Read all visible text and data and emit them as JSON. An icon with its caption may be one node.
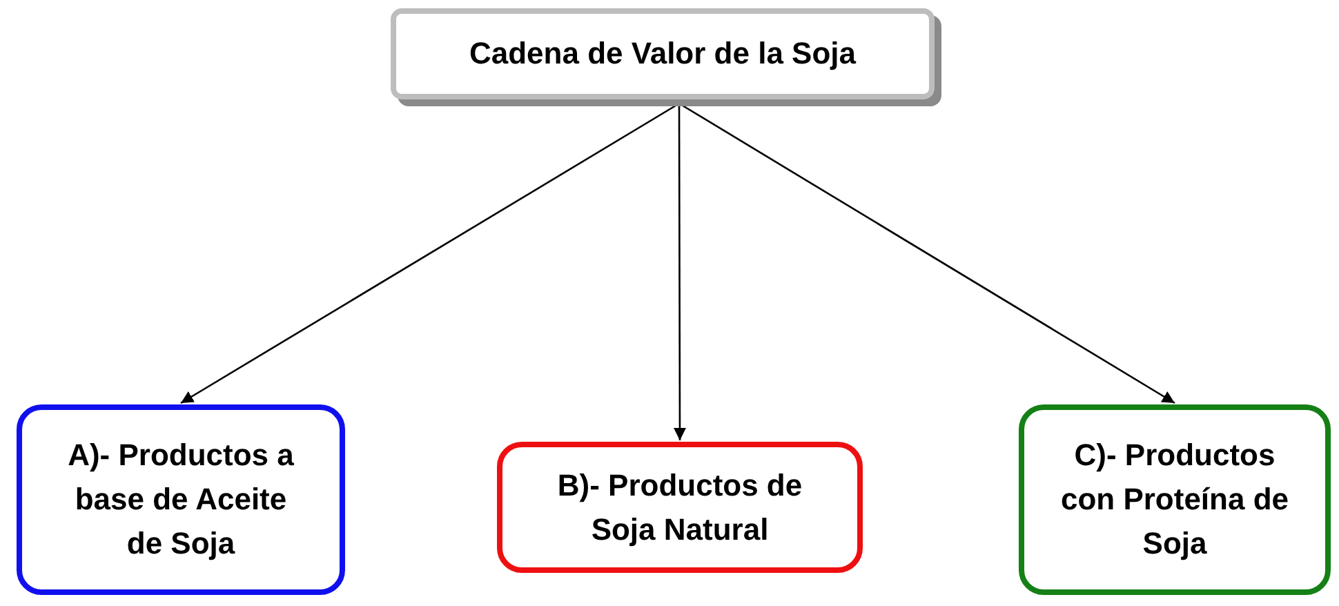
{
  "diagram": {
    "nodes": [
      {
        "text": [
          "Cadena de Valor de la Soja"
        ]
      },
      {
        "text": [
          "A)- Productos a base de Aceite de Soja"
        ]
      },
      {
        "text": [
          "B)- Productos de Soja Natural"
        ]
      },
      {
        "text": [
          "C)- Productos con Proteína de Soja"
        ]
      }
    ],
    "edges": [
      {
        "from": 0,
        "to": 1,
        "arrow": "to"
      },
      {
        "from": 0,
        "to": 2,
        "arrow": "to"
      },
      {
        "from": 0,
        "to": 3,
        "arrow": "to"
      }
    ]
  }
}
